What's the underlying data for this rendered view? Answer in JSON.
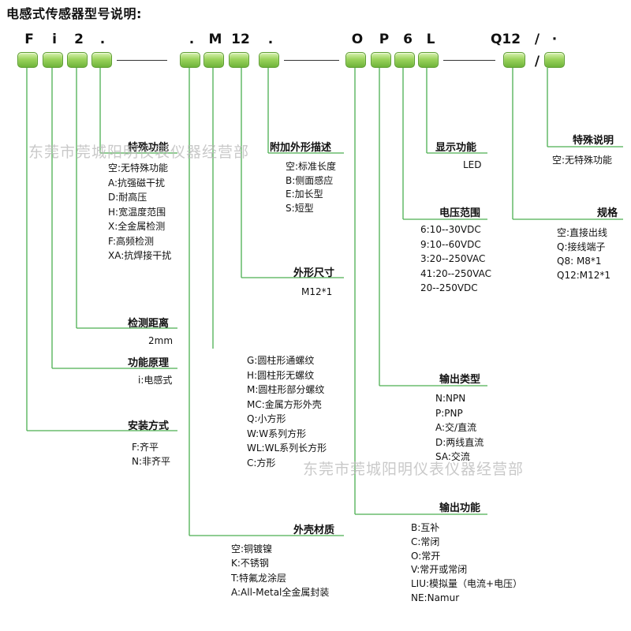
{
  "title": "电感式传感器型号说明:",
  "code": [
    "F",
    "i",
    "2",
    ".",
    ".",
    "M",
    "12",
    ".",
    "O",
    "P",
    "6",
    "L",
    "Q12",
    "/",
    "·",
    "/"
  ],
  "watermarks": [
    "东莞市莞城阳明仪表仪器经营部",
    "东莞市莞城阳明仪表仪器经营部"
  ],
  "sections": {
    "special_function": {
      "heading": "特殊功能",
      "items": [
        "空:无特殊功能",
        "A:抗强磁干扰",
        "D:耐高压",
        "H:宽温度范围",
        "X:全金属检测",
        "F:高频检测",
        "XA:抗焊接干扰"
      ]
    },
    "shape_desc": {
      "heading": "附加外形描述",
      "items": [
        "空:标准长度",
        "B:侧面感应",
        "E:加长型",
        "S:短型"
      ]
    },
    "display": {
      "heading": "显示功能",
      "items": [
        "LED"
      ]
    },
    "special_note": {
      "heading": "特殊说明",
      "items": [
        "空:无特殊功能"
      ]
    },
    "voltage": {
      "heading": "电压范围",
      "items": [
        "6:10--30VDC",
        "9:10--60VDC",
        "3:20--250VAC",
        "41:20--250VAC",
        "20--250VDC"
      ]
    },
    "spec": {
      "heading": "规格",
      "items": [
        "空:直接出线",
        "Q:接线端子",
        "Q8: M8*1",
        "Q12:M12*1"
      ]
    },
    "size": {
      "heading": "外形尺寸",
      "items": [
        "M12*1"
      ]
    },
    "distance": {
      "heading": "检测距离",
      "items": [
        "2mm"
      ]
    },
    "principle": {
      "heading": "功能原理",
      "items": [
        "i:电感式"
      ]
    },
    "housing_shape": {
      "items": [
        "G:圆柱形通螺纹",
        "H:圆柱形无螺纹",
        "M:圆柱形部分螺纹",
        "MC:金属方形外壳",
        "Q:小方形",
        "W:W系列方形",
        "WL:WL系列长方形",
        "C:方形"
      ]
    },
    "output_type": {
      "heading": "输出类型",
      "items": [
        "N:NPN",
        "P:PNP",
        "A:交/直流",
        "D:两线直流",
        "SA:交流"
      ]
    },
    "mounting": {
      "heading": "安装方式",
      "items": [
        "F:齐平",
        "N:非齐平"
      ]
    },
    "output_func": {
      "heading": "输出功能",
      "items": [
        "B:互补",
        "C:常闭",
        "O:常开",
        "V:常开或常闭",
        "LIU:模拟量（电流+电压）",
        "NE:Namur"
      ]
    },
    "material": {
      "heading": "外壳材质",
      "items": [
        "空:铜镀镍",
        "K:不锈钢",
        "T:特氟龙涂层",
        "A:All-Metal全金属封装"
      ]
    }
  }
}
